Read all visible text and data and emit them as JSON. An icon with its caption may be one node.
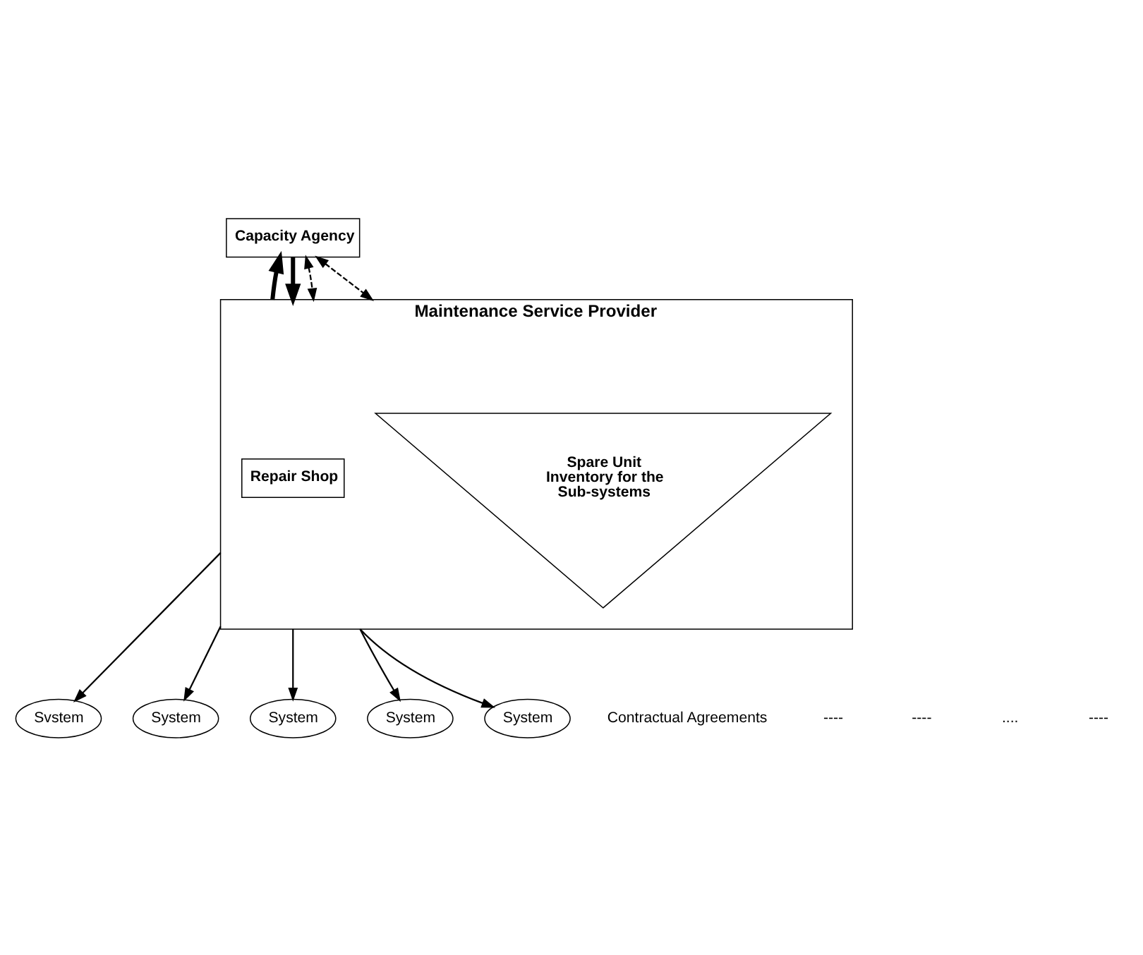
{
  "diagram": {
    "nodes": [
      {
        "text": [
          "Capacity Agency"
        ]
      },
      {
        "text": [
          "Maintenance Service Provider"
        ]
      },
      {
        "text": [
          "Repair Shop"
        ],
        "in": 1
      },
      {
        "text": [
          "Spare Unit Inventory for the Sub-systems"
        ],
        "in": 1
      },
      {
        "text": [
          "Svstem"
        ]
      },
      {
        "text": [
          "System"
        ]
      },
      {
        "text": [
          "System"
        ]
      },
      {
        "text": [
          "System"
        ]
      },
      {
        "text": [
          "System"
        ]
      }
    ],
    "edges": [
      {
        "from": 0,
        "to": 1,
        "arrow": "to",
        "style": "thick"
      },
      {
        "from": 0,
        "to": 1,
        "arrow": "both",
        "style": "dashed"
      },
      {
        "from": 0,
        "to": 1,
        "arrow": "both",
        "style": "dashed"
      },
      {
        "from": 1,
        "to": 0,
        "arrow": "to",
        "style": "thick"
      },
      {
        "from": 1,
        "to": 4,
        "arrow": "to"
      },
      {
        "from": 1,
        "to": 5,
        "arrow": "to"
      },
      {
        "from": 1,
        "to": 6,
        "arrow": "to"
      },
      {
        "from": 1,
        "to": 7,
        "arrow": "to"
      },
      {
        "from": 1,
        "to": 8,
        "arrow": "to"
      }
    ],
    "labels": [
      "Contractual Agreements",
      "----",
      "----",
      "....",
      "----"
    ]
  }
}
